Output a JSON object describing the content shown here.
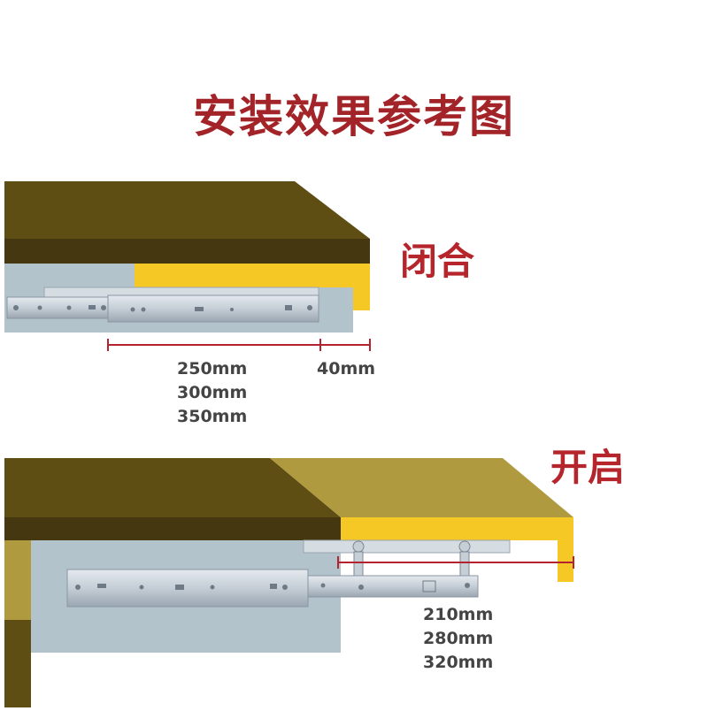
{
  "title": "安装效果参考图",
  "closed": {
    "label": "闭合",
    "lengths": [
      "250mm",
      "300mm",
      "350mm"
    ],
    "gap": "40mm"
  },
  "open": {
    "label": "开启",
    "lengths": [
      "210mm",
      "280mm",
      "320mm"
    ]
  },
  "colors": {
    "title_red": "#a32428",
    "desk_dark": "#5f4e13",
    "desk_edge": "#453810",
    "drawer_yellow": "#f5c825",
    "drawer_open_top": "#b09a3f",
    "slide_steel": "#c7cfd6",
    "cabinet_gray": "#b2c3cb",
    "dimension_red": "#b32430"
  }
}
